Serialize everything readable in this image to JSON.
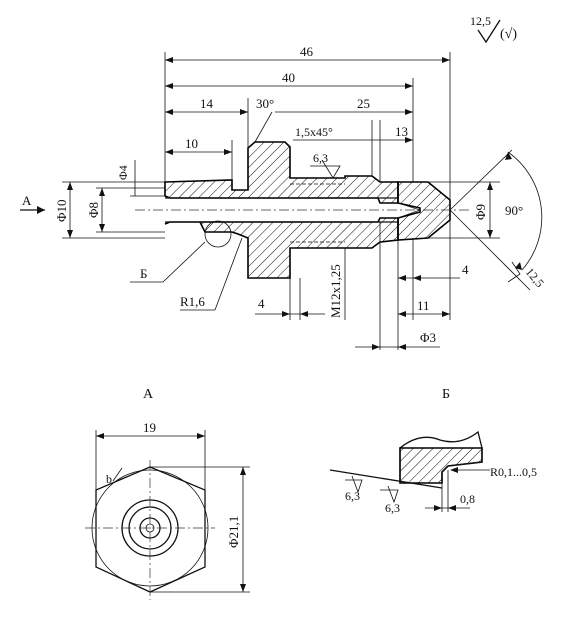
{
  "roughness": {
    "general": "12,5",
    "general_suffix": "(√)",
    "cone": "12,5",
    "thread": "6,3",
    "detail_left": "6,3",
    "detail_right": "6,3"
  },
  "dimensions": {
    "d46": "46",
    "d40": "40",
    "d14": "14",
    "d25": "25",
    "d10": "10",
    "d13": "13",
    "angle30": "30°",
    "chamfer": "1,5x45°",
    "phi4": "Φ4",
    "phi10": "Φ10",
    "phi8": "Φ8",
    "phi9": "Φ9",
    "angle90": "90°",
    "thread": "M12x1,25",
    "d4_left": "4",
    "d4_right": "4",
    "d11": "11",
    "phi3": "Φ3",
    "radius": "R1,6",
    "hex19": "19",
    "phi21": "Φ21,1",
    "b": "b",
    "d08": "0,8",
    "r01": "R0,1...0,5"
  },
  "labels": {
    "view_arrow": "A",
    "detail_callout": "Б",
    "view_a_title": "A",
    "detail_title": "Б"
  }
}
